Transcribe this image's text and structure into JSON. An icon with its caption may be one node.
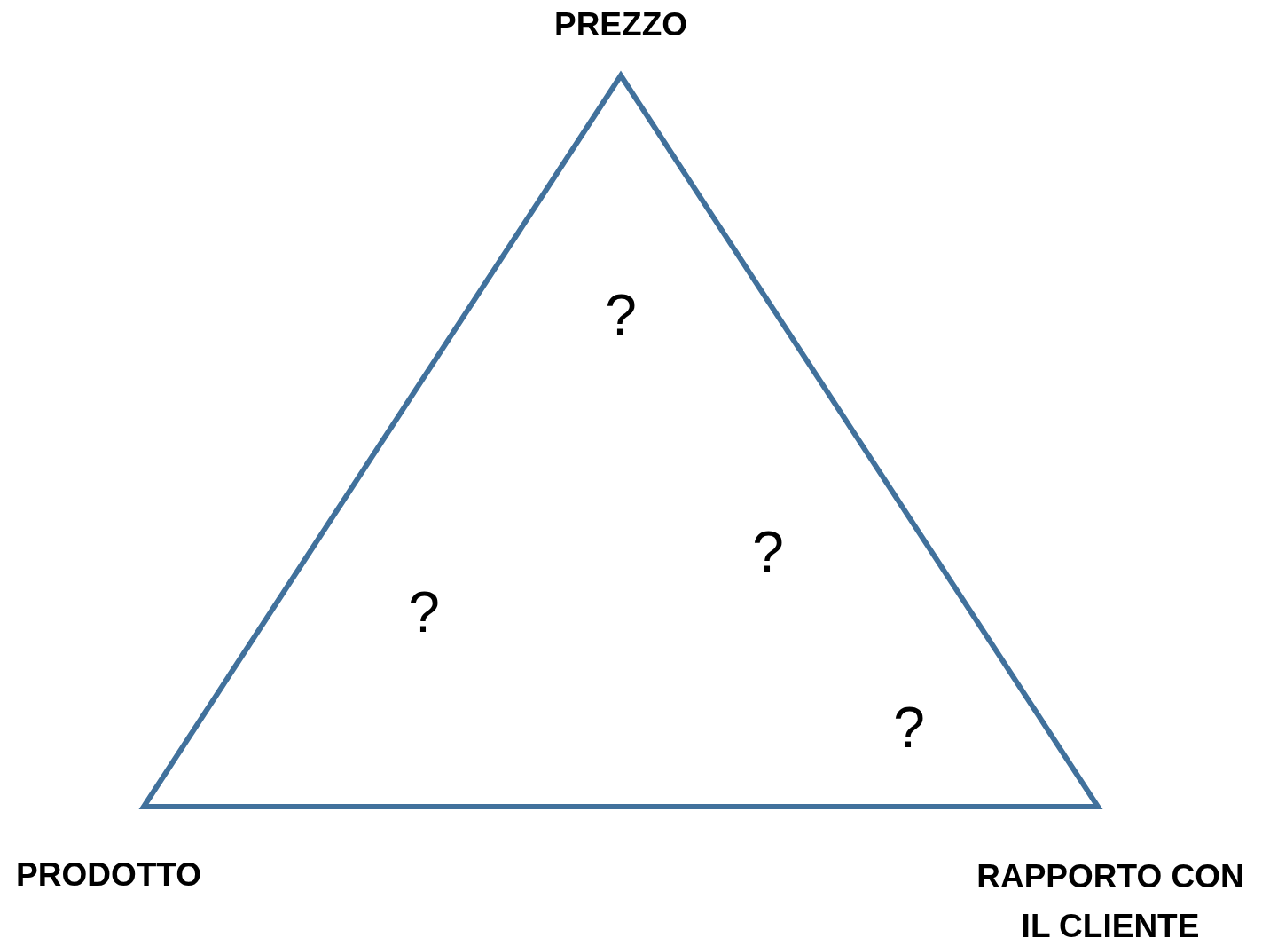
{
  "diagram": {
    "nodes": [
      {
        "text": [
          "?",
          "?",
          "?",
          "?"
        ]
      }
    ],
    "labels": [
      "PREZZO",
      "PRODOTTO",
      "RAPPORTO CON IL CLIENTE"
    ]
  }
}
